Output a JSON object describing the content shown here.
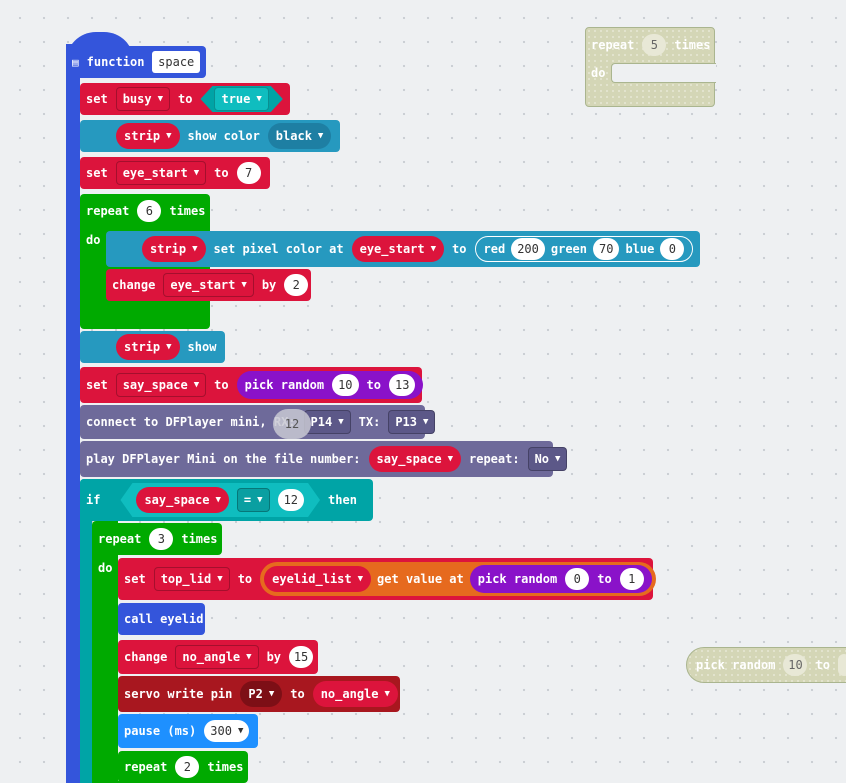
{
  "function_block": {
    "keyword": "function",
    "name": "space"
  },
  "set_busy": {
    "set": "set",
    "var": "busy",
    "to": "to",
    "value": "true"
  },
  "show_color": {
    "strip": "strip",
    "label": "show color",
    "color": "black"
  },
  "set_eye_start": {
    "set": "set",
    "var": "eye_start",
    "to": "to",
    "value": "7"
  },
  "repeat_6": {
    "repeat": "repeat",
    "count": "6",
    "times": "times",
    "do": "do"
  },
  "set_pixel": {
    "strip": "strip",
    "label": "set pixel color at",
    "index": "eye_start",
    "to": "to",
    "red_label": "red",
    "red": "200",
    "green_label": "green",
    "green": "70",
    "blue_label": "blue",
    "blue": "0"
  },
  "change_eye_start": {
    "change": "change",
    "var": "eye_start",
    "by": "by",
    "value": "2"
  },
  "strip_show": {
    "strip": "strip",
    "label": "show"
  },
  "set_say_space": {
    "set": "set",
    "var": "say_space",
    "to": "to",
    "pick": "pick random",
    "from": "10",
    "to2": "to",
    "max": "13"
  },
  "connect_dfplayer": {
    "label": "connect to DFPlayer mini, RX:",
    "rx": "P14",
    "tx_label": "TX:",
    "tx": "P13",
    "tooltip": "12"
  },
  "play_dfplayer": {
    "label": "play DFPlayer Mini on the file number:",
    "var": "say_space",
    "repeat_label": "repeat:",
    "repeat": "No"
  },
  "if_block": {
    "if": "if",
    "var": "say_space",
    "op": "=",
    "value": "12",
    "then": "then"
  },
  "repeat_3": {
    "repeat": "repeat",
    "count": "3",
    "times": "times",
    "do": "do"
  },
  "set_top_lid": {
    "set": "set",
    "var": "top_lid",
    "to": "to",
    "list": "eyelid_list",
    "get": "get value at",
    "pick": "pick random",
    "from": "0",
    "to2": "to",
    "max": "1"
  },
  "call_eyelid": {
    "label": "call eyelid"
  },
  "change_no_angle": {
    "change": "change",
    "var": "no_angle",
    "by": "by",
    "value": "15"
  },
  "servo_write": {
    "label": "servo write pin",
    "pin": "P2",
    "to": "to",
    "var": "no_angle"
  },
  "pause": {
    "label": "pause (ms)",
    "value": "300"
  },
  "repeat_2": {
    "repeat": "repeat",
    "count": "2",
    "times": "times"
  },
  "ghost_repeat": {
    "repeat": "repeat",
    "count": "5",
    "times": "times",
    "do": "do"
  },
  "ghost_pick": {
    "pick": "pick random",
    "from": "10",
    "to": "to"
  },
  "colors": {
    "variables": "#dc143c",
    "loops": "#00aa00",
    "neopixel": "#2699bf",
    "logic": "#00a4a6",
    "functions": "#3455db",
    "dfplayer": "#6e6a9a",
    "random": "#8a12c9",
    "arrays": "#e66a1e",
    "servo": "#a8171f",
    "basic": "#1e90ff",
    "disabled": "#d4d6b6"
  }
}
